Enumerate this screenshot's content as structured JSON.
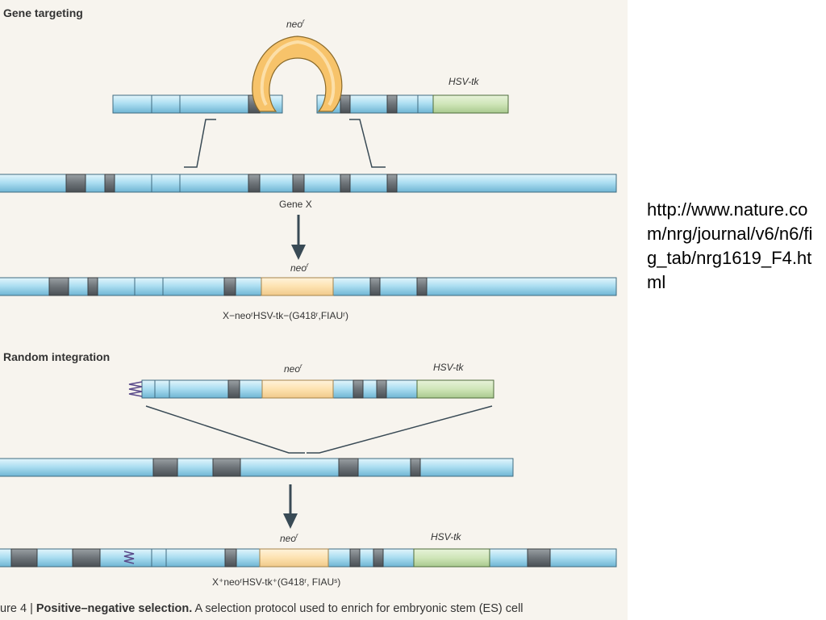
{
  "figure": {
    "gene_targeting": {
      "heading": "Gene targeting",
      "neo_label": "neo",
      "neo_sup": "r",
      "hsv_label": "HSV-tk",
      "gene_x_label": "Gene X",
      "result_neo_label": "neo",
      "result_neo_sup": "r",
      "result_label": "X−neoʳHSV-tk−(G418ʳ,FIAUʳ)"
    },
    "random_integration": {
      "heading": "Random integration",
      "neo_label": "neo",
      "neo_sup": "r",
      "hsv_label": "HSV-tk",
      "result_neo_label": "neo",
      "result_neo_sup": "r",
      "result_hsv_label": "HSV-tk",
      "result_label": "X⁺neoʳHSV-tk⁺(G418ʳ, FIAUˢ)"
    },
    "caption": {
      "prefix": "ure 4 | ",
      "title": "Positive–negative selection.",
      "text": " A selection protocol used to enrich for embryonic stem (ES) cell"
    }
  },
  "source_url": "http://www.nature.com/nrg/journal/v6/n6/fig_tab/nrg1619_F4.html",
  "colors": {
    "dna_blue": "#aedff2",
    "dna_edge": "#3f6b80",
    "exon_grey": "#6d7378",
    "neo_fill": "#fde2b0",
    "neo_loop": "#f7c36a",
    "hsv_fill": "#cfe5b8",
    "arrow": "#394a55"
  }
}
